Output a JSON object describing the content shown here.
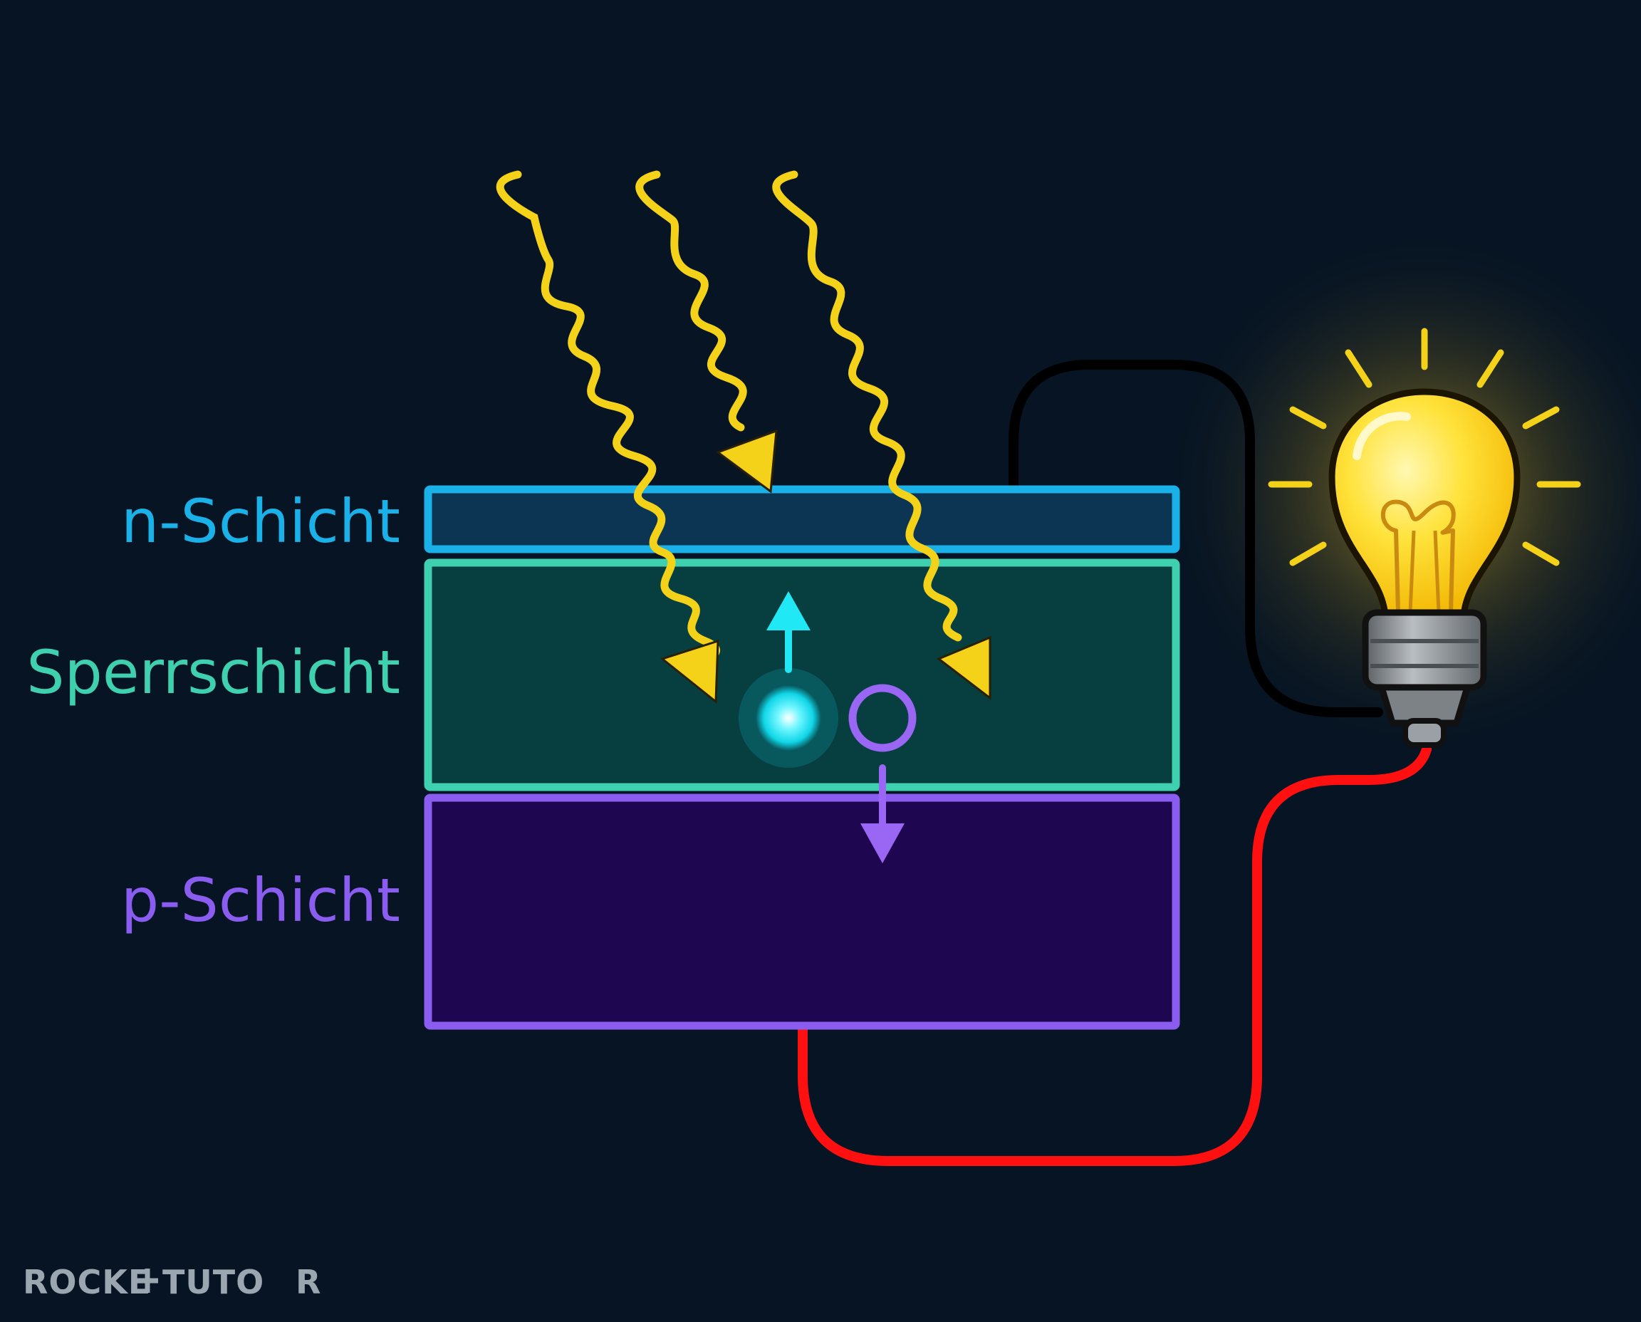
{
  "labels": {
    "n_layer": "n-Schicht",
    "depletion_layer": "Sperrschicht",
    "p_layer": "p-Schicht"
  },
  "brand": {
    "part1": "ROCKE",
    "part2": "TUTO",
    "part3": "R"
  },
  "colors": {
    "background": "#061423",
    "n_layer": "#1ab0e8",
    "depletion_layer": "#3fd0b0",
    "p_layer": "#8a5cf0",
    "light": "#f4d21a",
    "electron": "#20e8f4",
    "hole": "#9a66f4",
    "wire_negative": "#000000",
    "wire_positive": "#ff1010",
    "bulb": "#ffe033",
    "logo": "#9aa6b0"
  },
  "icons": {
    "light_rays": "wavy-arrow-icon",
    "electron": "electron-dot-icon",
    "hole": "hole-circle-icon",
    "lamp": "lightbulb-icon"
  }
}
